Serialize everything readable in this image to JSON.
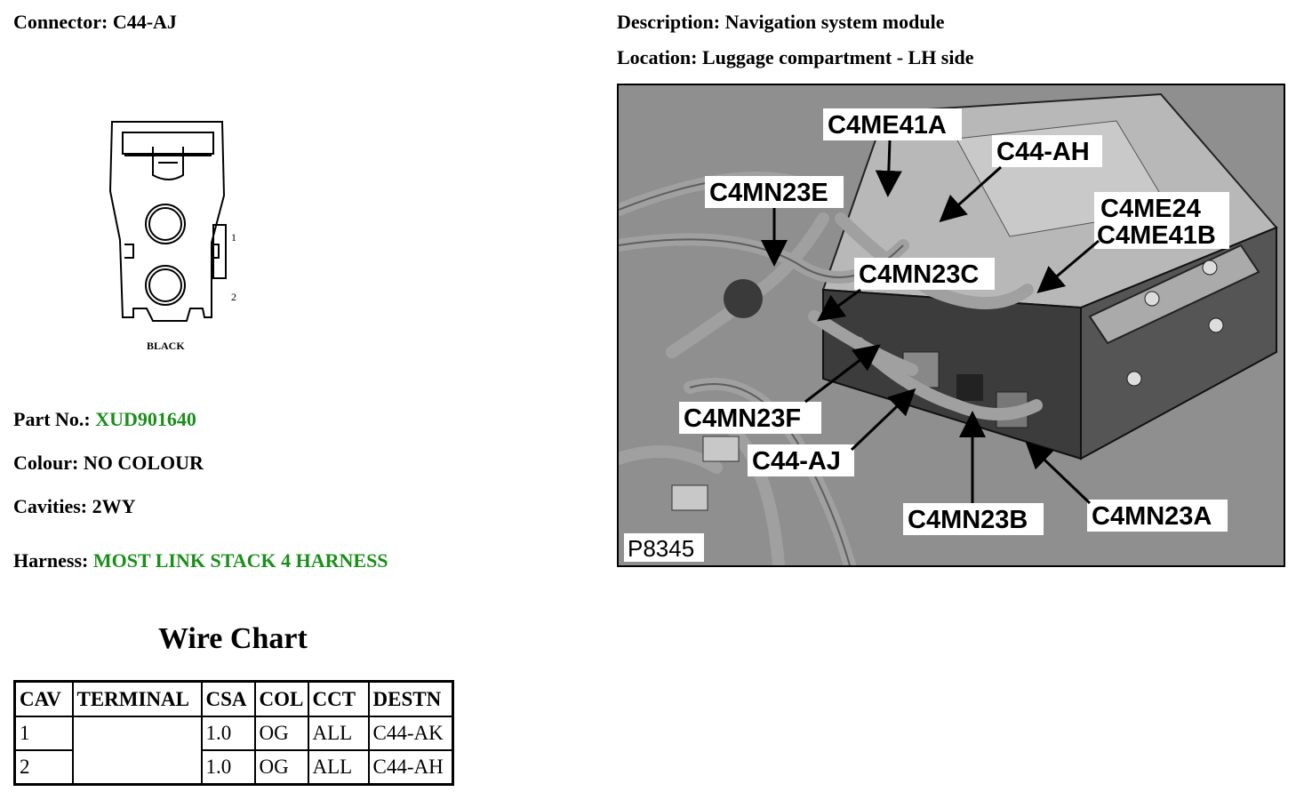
{
  "connector": {
    "label": "Connector:",
    "value": "C44-AJ"
  },
  "description": {
    "label": "Description:",
    "value": "Navigation system module"
  },
  "location": {
    "label": "Location:",
    "value": "Luggage compartment - LH side"
  },
  "diagram": {
    "pin1": "1",
    "pin2": "2",
    "housing_label": "BLACK"
  },
  "part_no": {
    "label": "Part No.:",
    "value": "XUD901640"
  },
  "colour": {
    "label": "Colour:",
    "value": "NO COLOUR"
  },
  "cavities": {
    "label": "Cavities:",
    "value": "2WY"
  },
  "harness": {
    "label": "Harness:",
    "value": "MOST LINK STACK 4 HARNESS"
  },
  "colors": {
    "link_green": "#1a8f1a"
  },
  "wire_chart": {
    "title": "Wire Chart",
    "headers": [
      "CAV",
      "TERMINAL",
      "CSA",
      "COL",
      "CCT",
      "DESTN"
    ],
    "rows": [
      [
        "1",
        "",
        "1.0",
        "OG",
        "ALL",
        "C44-AK"
      ],
      [
        "2",
        "",
        "1.0",
        "OG",
        "ALL",
        "C44-AH"
      ]
    ]
  },
  "photo": {
    "id_label": "P8345",
    "callouts": {
      "c4me41a": "C4ME41A",
      "c44ah": "C44-AH",
      "c4mn23e": "C4MN23E",
      "c4me24": "C4ME24",
      "c4me41b": "C4ME41B",
      "c4mn23c": "C4MN23C",
      "c4mn23f": "C4MN23F",
      "c44aj": "C44-AJ",
      "c4mn23b": "C4MN23B",
      "c4mn23a": "C4MN23A"
    }
  }
}
